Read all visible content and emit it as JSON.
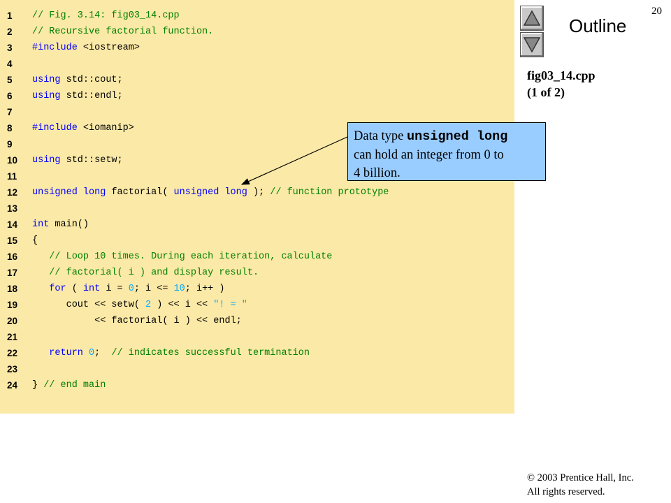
{
  "slide": {
    "number": "20",
    "outline_title": "Outline",
    "file_name": "fig03_14.cpp",
    "file_part": "(1 of 2)",
    "copyright_line1": "© 2003 Prentice Hall, Inc.",
    "copyright_line2": "All rights reserved."
  },
  "callout": {
    "prefix": "Data type ",
    "code_term": "unsigned long",
    "line2": "can hold an integer from 0 to",
    "line3": "4 billion."
  },
  "icons": {
    "up": "up-triangle-icon",
    "down": "down-triangle-icon"
  },
  "colors": {
    "code_background": "#fbe9a7",
    "comment": "#008000",
    "keyword": "#0000ff",
    "literal": "#00aaff",
    "callout_background": "#99ccff"
  },
  "code_lines": [
    {
      "n": "1",
      "segs": [
        {
          "t": "// Fig. 3.14: fig03_14.cpp",
          "c": "cm"
        }
      ]
    },
    {
      "n": "2",
      "segs": [
        {
          "t": "// Recursive factorial function.",
          "c": "cm"
        }
      ]
    },
    {
      "n": "3",
      "segs": [
        {
          "t": "#include ",
          "c": "pp"
        },
        {
          "t": "<iostream>",
          "c": "tx"
        }
      ]
    },
    {
      "n": "4",
      "segs": []
    },
    {
      "n": "5",
      "segs": [
        {
          "t": "using ",
          "c": "kw"
        },
        {
          "t": "std::cout;",
          "c": "tx"
        }
      ]
    },
    {
      "n": "6",
      "segs": [
        {
          "t": "using ",
          "c": "kw"
        },
        {
          "t": "std::endl;",
          "c": "tx"
        }
      ]
    },
    {
      "n": "7",
      "segs": []
    },
    {
      "n": "8",
      "segs": [
        {
          "t": "#include ",
          "c": "pp"
        },
        {
          "t": "<iomanip>",
          "c": "tx"
        }
      ]
    },
    {
      "n": "9",
      "segs": []
    },
    {
      "n": "10",
      "segs": [
        {
          "t": "using ",
          "c": "kw"
        },
        {
          "t": "std::setw;",
          "c": "tx"
        }
      ]
    },
    {
      "n": "11",
      "segs": []
    },
    {
      "n": "12",
      "segs": [
        {
          "t": "unsigned long ",
          "c": "kw"
        },
        {
          "t": "factorial( ",
          "c": "tx"
        },
        {
          "t": "unsigned long ",
          "c": "kw"
        },
        {
          "t": "); ",
          "c": "tx"
        },
        {
          "t": "// function prototype",
          "c": "cm"
        }
      ]
    },
    {
      "n": "13",
      "segs": []
    },
    {
      "n": "14",
      "segs": [
        {
          "t": "int ",
          "c": "kw"
        },
        {
          "t": "main()",
          "c": "tx"
        }
      ]
    },
    {
      "n": "15",
      "segs": [
        {
          "t": "{",
          "c": "tx"
        }
      ]
    },
    {
      "n": "16",
      "segs": [
        {
          "t": "   // Loop 10 times. During each iteration, calculate",
          "c": "cm"
        }
      ]
    },
    {
      "n": "17",
      "segs": [
        {
          "t": "   // factorial( i ) and display result.",
          "c": "cm"
        }
      ]
    },
    {
      "n": "18",
      "segs": [
        {
          "t": "   for ",
          "c": "kw"
        },
        {
          "t": "( ",
          "c": "tx"
        },
        {
          "t": "int ",
          "c": "kw"
        },
        {
          "t": "i = ",
          "c": "tx"
        },
        {
          "t": "0",
          "c": "nm"
        },
        {
          "t": "; i <= ",
          "c": "tx"
        },
        {
          "t": "10",
          "c": "nm"
        },
        {
          "t": "; i++ )",
          "c": "tx"
        }
      ]
    },
    {
      "n": "19",
      "segs": [
        {
          "t": "      cout << setw( ",
          "c": "tx"
        },
        {
          "t": "2",
          "c": "nm"
        },
        {
          "t": " ) << i << ",
          "c": "tx"
        },
        {
          "t": "\"! = \"",
          "c": "st"
        }
      ]
    },
    {
      "n": "20",
      "segs": [
        {
          "t": "           << factorial( i ) << endl;",
          "c": "tx"
        }
      ]
    },
    {
      "n": "21",
      "segs": []
    },
    {
      "n": "22",
      "segs": [
        {
          "t": "   return ",
          "c": "kw"
        },
        {
          "t": "0",
          "c": "nm"
        },
        {
          "t": ";  ",
          "c": "tx"
        },
        {
          "t": "// indicates successful termination",
          "c": "cm"
        }
      ]
    },
    {
      "n": "23",
      "segs": []
    },
    {
      "n": "24",
      "segs": [
        {
          "t": "} ",
          "c": "tx"
        },
        {
          "t": "// end main",
          "c": "cm"
        }
      ]
    }
  ]
}
